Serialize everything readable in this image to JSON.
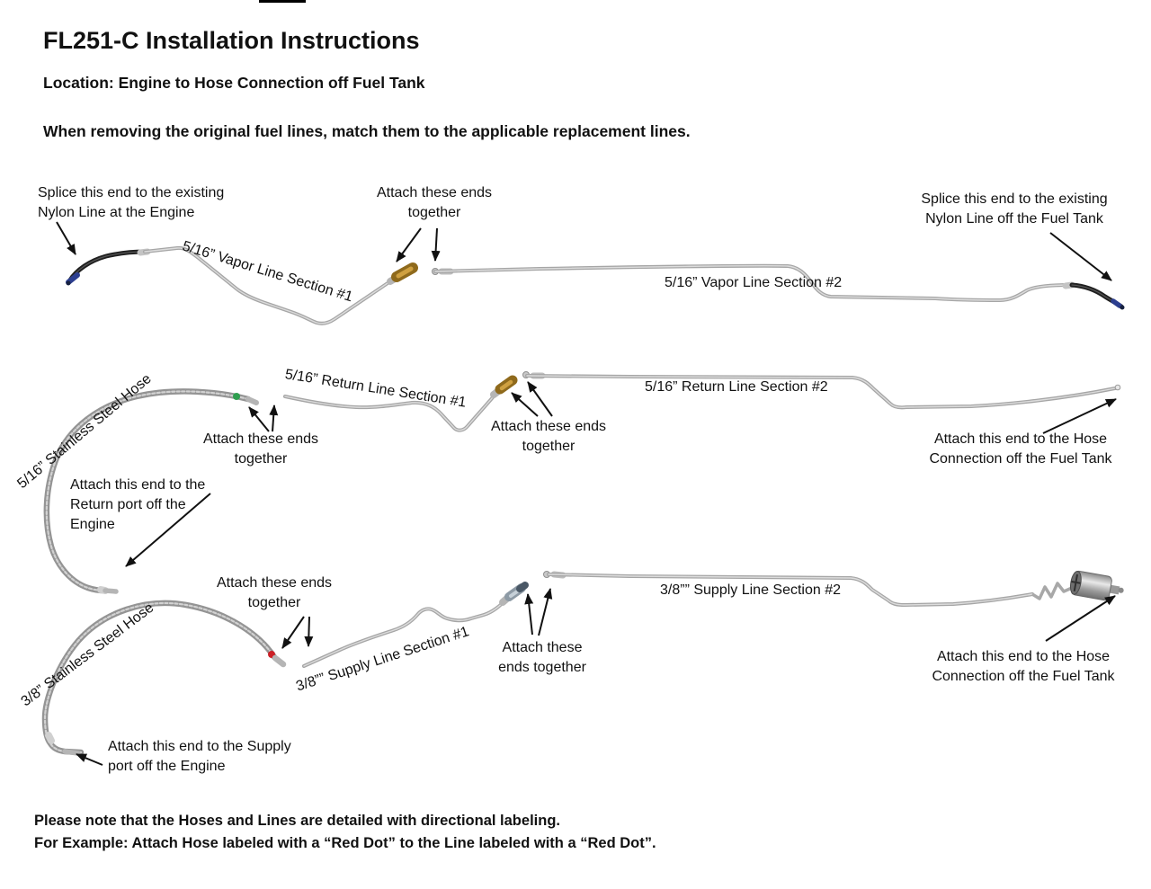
{
  "header": {
    "title": "FL251-C Installation Instructions",
    "location": "Location: Engine to Hose Connection off Fuel Tank",
    "intro": "When removing the original fuel lines, match them to the applicable replacement lines."
  },
  "vapor": {
    "splice_engine": "Splice this end to the existing\nNylon Line at the Engine",
    "attach_ends": "Attach these ends\ntogether",
    "section1_label": "5/16” Vapor Line Section #1",
    "section2_label": "5/16” Vapor Line Section #2",
    "splice_tank": "Splice this end to the existing\nNylon Line off the Fuel Tank"
  },
  "return_line": {
    "hose_label": "5/16” Stainless Steel Hose",
    "attach_ends_left": "Attach these ends\ntogether",
    "section1_label": "5/16” Return Line Section #1",
    "attach_ends_mid": "Attach these ends\ntogether",
    "section2_label": "5/16” Return Line Section #2",
    "attach_tank": "Attach this end to the Hose\nConnection off the Fuel Tank",
    "attach_engine": "Attach this end to the\nReturn port off the\nEngine"
  },
  "supply": {
    "hose_label": "3/8” Stainless Steel Hose",
    "attach_ends_left": "Attach these ends\ntogether",
    "section1_label": "3/8”” Supply Line Section #1",
    "attach_ends_mid": "Attach these\nends together",
    "section2_label": "3/8”” Supply Line Section #2",
    "attach_tank": "Attach this end to the Hose\nConnection off the Fuel Tank",
    "attach_engine": "Attach this end to the Supply\nport off the Engine"
  },
  "footer": {
    "note": "Please note that the Hoses and Lines are detailed with directional labeling.\nFor Example: Attach Hose labeled with a “Red Dot” to the Line labeled with a “Red Dot”."
  },
  "colors": {
    "text": "#111111",
    "line_gray": "#a6a6a6",
    "hose_gray": "#949494",
    "black_hose": "#1f1f1f",
    "blue_fitting": "#2c3e8f",
    "brass_fitting": "#8f6a1c",
    "brass_highlight": "#cfa040",
    "green_dot": "#2f9e4f",
    "red_dot": "#cc2027",
    "steel_fitting": "#8d9aa5"
  }
}
